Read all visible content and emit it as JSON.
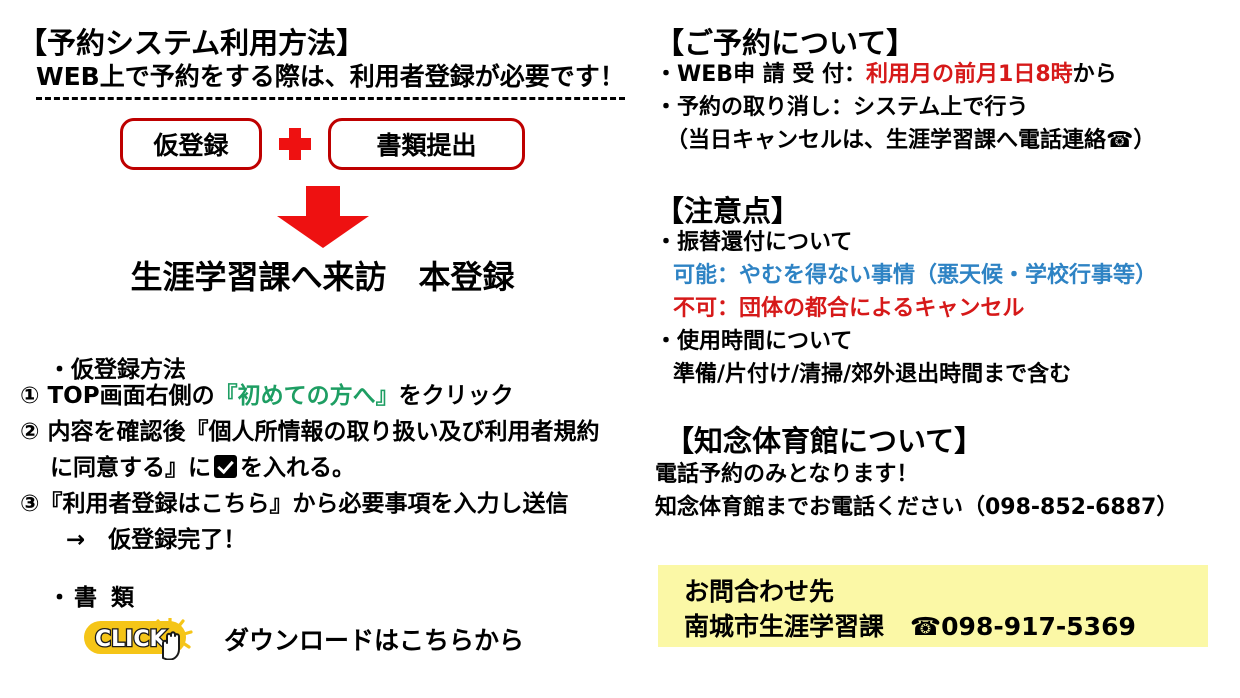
{
  "left": {
    "title": "【予約システム利用方法】",
    "lead": "WEB上で予約をする際は、利用者登録が必要です！",
    "flow": {
      "box1": "仮登録",
      "plus_icon": "plus-icon",
      "box2": "書類提出",
      "arrow_icon": "down-arrow-icon",
      "arrow_color": "#EE1111",
      "box_border_color": "#BE0000"
    },
    "visit_line": "生涯学習課へ来訪　本登録",
    "method_heading": "・仮登録方法",
    "steps": [
      {
        "num": "①",
        "pre": " TOP画面右側の",
        "highlight": "『初めての方へ』",
        "post": "をクリック",
        "highlight_color": "#1E9E63"
      },
      {
        "num": "②",
        "pre": " 内容を確認後『個人所情報の取り扱い及び利用者規約",
        "highlight": "",
        "post": "",
        "highlight_color": ""
      },
      {
        "num": "",
        "pre": "に同意する』に",
        "checkbox": "checkbox-checked-icon",
        "post": "を入れる。",
        "highlight": "",
        "highlight_color": ""
      },
      {
        "num": "③",
        "pre": "『利用者登録はこちら』から必要事項を入力し送信",
        "highlight": "",
        "post": "",
        "highlight_color": ""
      },
      {
        "num": "",
        "pre": "→　仮登録完了！",
        "highlight": "",
        "post": "",
        "highlight_color": ""
      }
    ],
    "docs_heading": "・書 類",
    "click_badge_label": "CLICK",
    "click_badge_color": "#F5C518",
    "download_text": "ダウンロードはこちらから"
  },
  "right": {
    "reservation": {
      "title": "【ご予約について】",
      "lines": [
        {
          "plain_before": "・WEB申 請 受 付：",
          "red": "利用月の前月1日8時",
          "plain_after": "から"
        },
        {
          "plain_before": "・予約の取り消し：システム上で行う",
          "red": "",
          "plain_after": ""
        },
        {
          "plain_before": "　（当日キャンセルは、生涯学習課へ電話連絡☎）",
          "red": "",
          "plain_after": ""
        }
      ]
    },
    "notes": {
      "title": "【注意点】",
      "lines": [
        {
          "text": "・振替還付について",
          "color": "black"
        },
        {
          "text": "可能：やむを得ない事情（悪天候・学校行事等）",
          "color": "blue",
          "indent": true
        },
        {
          "text": "不可：団体の都合によるキャンセル",
          "color": "red",
          "indent": true
        },
        {
          "text": "・使用時間について",
          "color": "black"
        },
        {
          "text": "準備/片付け/清掃/郊外退出時間まで含む",
          "color": "black",
          "indent": true
        }
      ],
      "blue_hex": "#2E83C4",
      "red_hex": "#D61919"
    },
    "gym": {
      "title": "【知念体育館について】",
      "lines": [
        "電話予約のみとなります！",
        "知念体育館までお電話ください（098-852-6887）"
      ],
      "phone": "098-852-6887"
    },
    "contact": {
      "label": "お問合わせ先",
      "office": "南城市生涯学習課",
      "phone": "☎098-917-5369",
      "background": "#FBF8A6"
    }
  }
}
